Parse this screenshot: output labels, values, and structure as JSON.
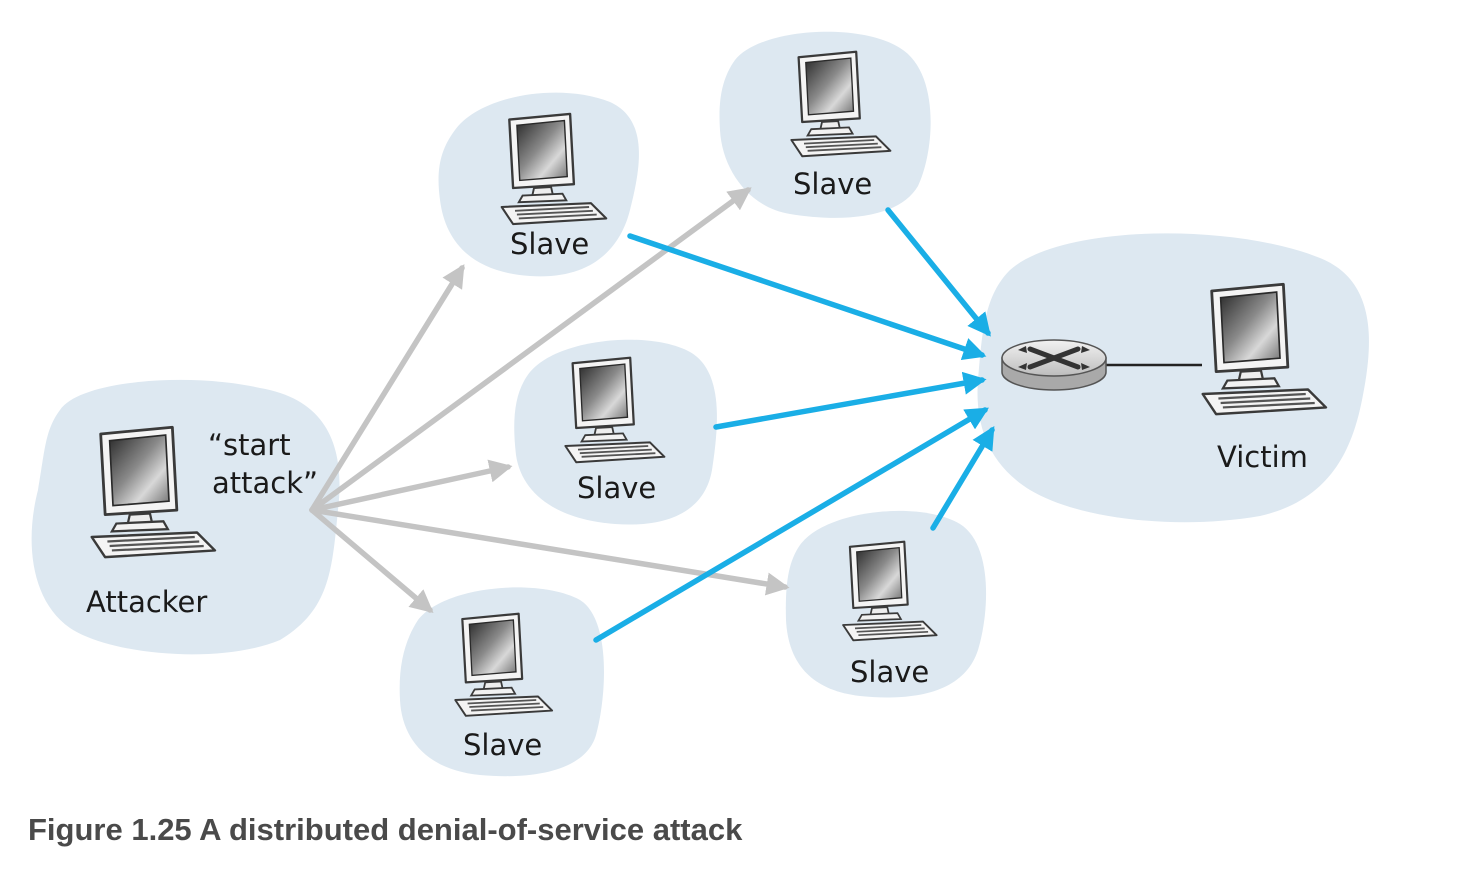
{
  "diagram": {
    "nodes": {
      "attacker": {
        "label": "Attacker",
        "command": [
          "“start",
          "attack”"
        ]
      },
      "slave_top_left": {
        "label": "Slave"
      },
      "slave_top_right": {
        "label": "Slave"
      },
      "slave_middle": {
        "label": "Slave"
      },
      "slave_bottom_right": {
        "label": "Slave"
      },
      "slave_bottom_left": {
        "label": "Slave"
      },
      "victim": {
        "label": "Victim"
      }
    },
    "colors": {
      "cloud": "#dde8f1",
      "command_arrow": "#c4c4c4",
      "attack_arrow": "#1aaee6",
      "caption": "#4a4a4a"
    },
    "icons": [
      "computer-icon",
      "router-icon"
    ]
  },
  "caption": "Figure 1.25 A distributed denial-of-service attack"
}
